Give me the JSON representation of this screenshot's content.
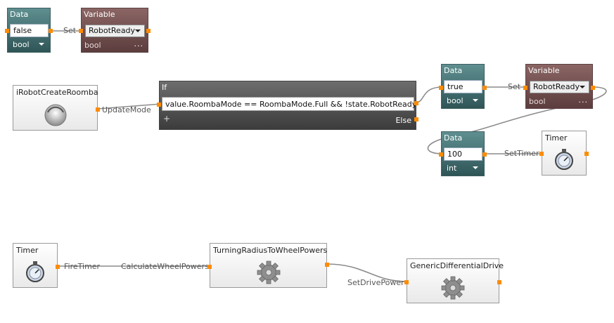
{
  "nodes": {
    "data_false": {
      "title": "Data",
      "value": "false",
      "type": "bool"
    },
    "var_top": {
      "title": "Variable",
      "selected": "RobotReady",
      "type": "bool",
      "more": "..."
    },
    "irobot": {
      "title": "iRobotCreateRoomba"
    },
    "if_node": {
      "title": "If",
      "condition": "value.RoombaMode == RoombaMode.Full && !state.RobotReady",
      "add": "+",
      "else_label": "Else"
    },
    "data_true": {
      "title": "Data",
      "value": "true",
      "type": "bool"
    },
    "var_right": {
      "title": "Variable",
      "selected": "RobotReady",
      "type": "bool",
      "more": "..."
    },
    "data_100": {
      "title": "Data",
      "value": "100",
      "type": "int"
    },
    "timer_top": {
      "title": "Timer"
    },
    "timer_bottom": {
      "title": "Timer"
    },
    "turning": {
      "title": "TurningRadiusToWheelPowers"
    },
    "generic": {
      "title": "GenericDifferentialDrive"
    }
  },
  "links": {
    "set_1": "Set",
    "update_mode": "UpdateMode",
    "set_2": "Set",
    "set_timer": "SetTimer",
    "fire_timer": "FireTimer",
    "calc_wheel": "CalculateWheelPowers",
    "set_drive": "SetDrivePower"
  },
  "colors": {
    "pin": "#ff8c00",
    "wire": "#888888",
    "data": "#3e6a6b",
    "variable": "#6e4c4b",
    "if": "#555555"
  }
}
